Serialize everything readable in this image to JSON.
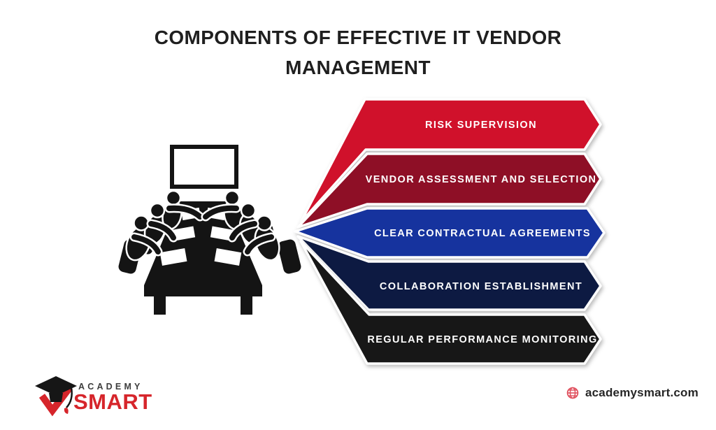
{
  "title": {
    "line1": "COMPONENTS OF EFFECTIVE IT VENDOR",
    "line2": "MANAGEMENT"
  },
  "ribbons": [
    {
      "label": "RISK SUPERVISION",
      "color": "#d0112b"
    },
    {
      "label": "VENDOR ASSESSMENT AND SELECTION",
      "color": "#8e0f26"
    },
    {
      "label": "CLEAR CONTRACTUAL AGREEMENTS",
      "color": "#16339e"
    },
    {
      "label": "COLLABORATION ESTABLISHMENT",
      "color": "#0d1a42"
    },
    {
      "label": "REGULAR PERFORMANCE MONITORING",
      "color": "#171717"
    }
  ],
  "ribbon_text_color": "#ffffff",
  "logo": {
    "academy": "ACADEMY",
    "smart": "SMART",
    "smart_color": "#d6252b",
    "academy_color": "#3d3d3d"
  },
  "footer": {
    "website": "academysmart.com",
    "globe_color": "#e0525f"
  },
  "illustration": {
    "name": "business-meeting-silhouette",
    "color": "#141414"
  }
}
